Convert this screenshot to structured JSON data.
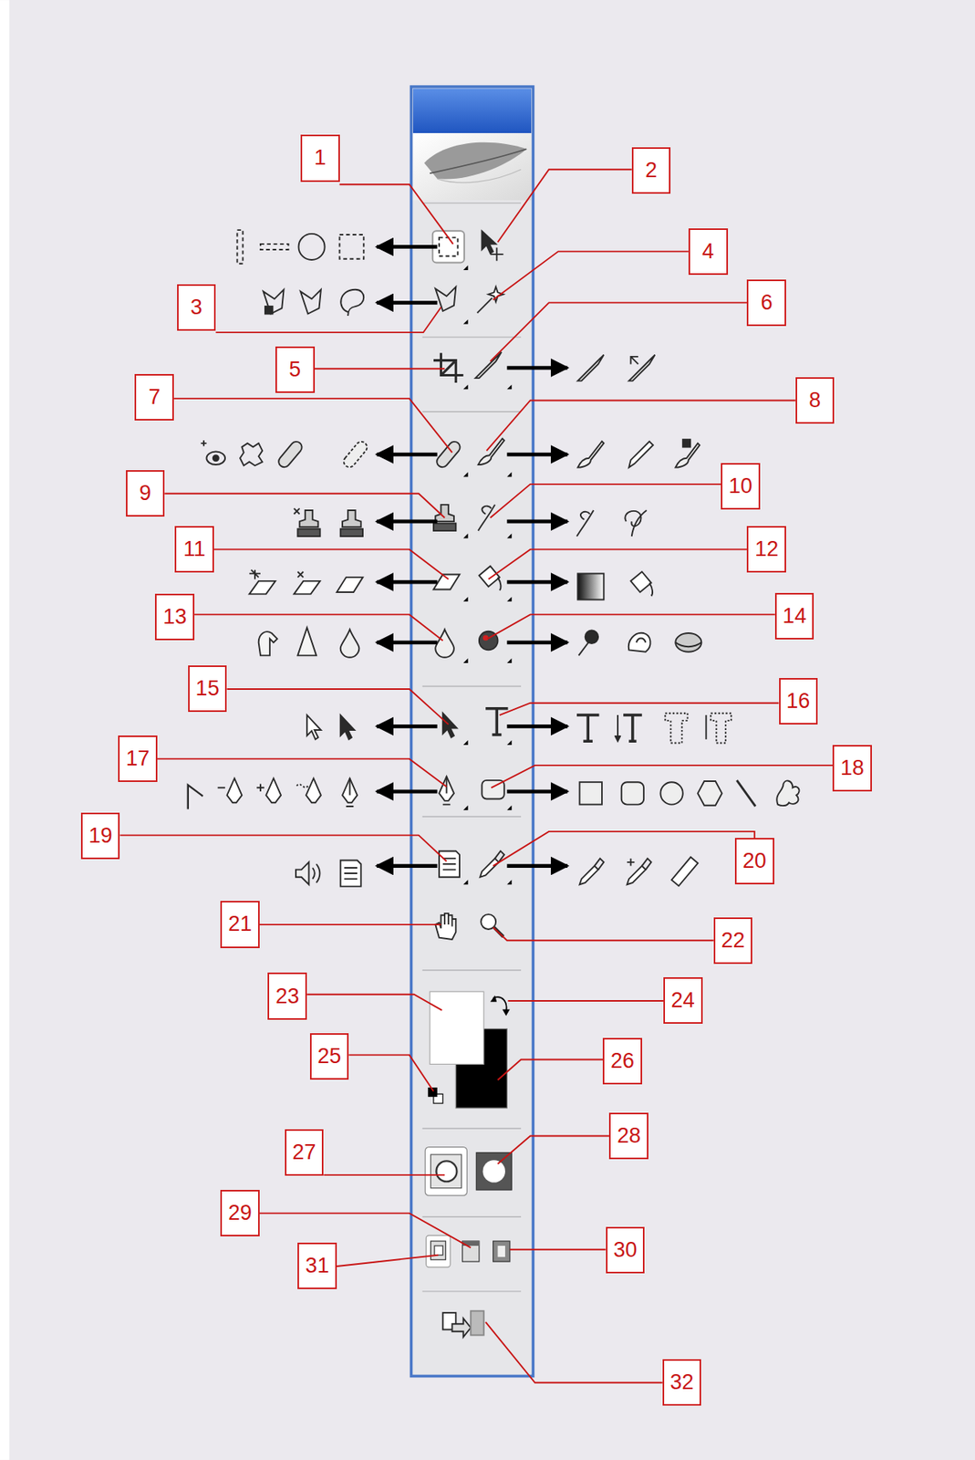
{
  "diagram": {
    "nodes": [
      {
        "text": [
          "1"
        ]
      },
      {
        "text": [
          "2"
        ]
      },
      {
        "text": [
          "3"
        ]
      },
      {
        "text": [
          "4"
        ]
      },
      {
        "text": [
          "5"
        ]
      },
      {
        "text": [
          "6"
        ]
      },
      {
        "text": [
          "7"
        ]
      },
      {
        "text": [
          "8"
        ]
      },
      {
        "text": [
          "9"
        ]
      },
      {
        "text": [
          "10"
        ]
      },
      {
        "text": [
          "11"
        ]
      },
      {
        "text": [
          "12"
        ]
      },
      {
        "text": [
          "13"
        ]
      },
      {
        "text": [
          "14"
        ]
      },
      {
        "text": [
          "15"
        ]
      },
      {
        "text": [
          "16"
        ]
      },
      {
        "text": [
          "17"
        ]
      },
      {
        "text": [
          "18"
        ]
      },
      {
        "text": [
          "19"
        ]
      },
      {
        "text": [
          "20"
        ]
      },
      {
        "text": [
          "21"
        ]
      },
      {
        "text": [
          "22"
        ]
      },
      {
        "text": [
          "23"
        ]
      },
      {
        "text": [
          "24"
        ]
      },
      {
        "text": [
          "25"
        ]
      },
      {
        "text": [
          "26"
        ]
      },
      {
        "text": [
          "27"
        ]
      },
      {
        "text": [
          "28"
        ]
      },
      {
        "text": [
          "29"
        ]
      },
      {
        "text": [
          "30"
        ]
      },
      {
        "text": [
          "31"
        ]
      },
      {
        "text": [
          "32"
        ]
      }
    ]
  }
}
